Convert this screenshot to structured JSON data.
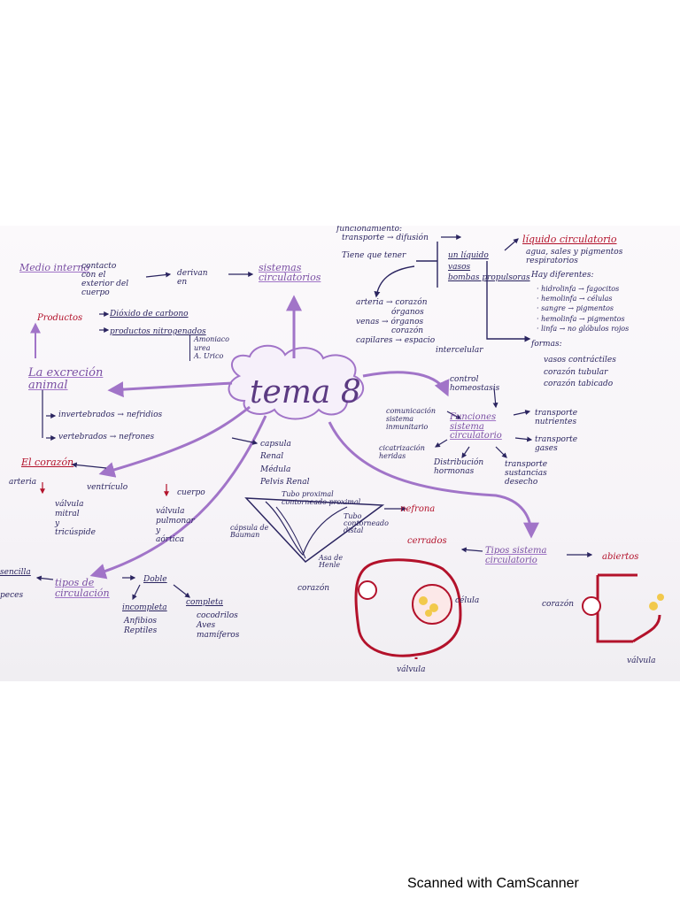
{
  "title": "tema 8",
  "medio": {
    "heading": "Medio interno",
    "contacto": [
      "contacto",
      "con el",
      "exterior del",
      "cuerpo"
    ],
    "derivan": [
      "derivan",
      "en"
    ],
    "sistemas": "sistemas circulatorios"
  },
  "productos": {
    "heading": "Productos",
    "items": [
      "Dióxido de carbono",
      "productos nitrogenados"
    ],
    "nitro": [
      "Amoniaco",
      "urea",
      "A. Urico"
    ]
  },
  "excrecion": {
    "heading": [
      "La excreción",
      "animal"
    ],
    "items": [
      "invertebrados → nefridios",
      "vertebrados → nefrones"
    ]
  },
  "nefron": {
    "items": [
      "capsula",
      "Renal",
      "Médula",
      "Pelvis Renal"
    ],
    "labels": [
      "Tubo proximal",
      "contorneado proximal",
      "Tubo contorneado distal",
      "cápsula de Bauman",
      "Asa de Henle"
    ],
    "nefrona": "nefrona"
  },
  "corazon": {
    "heading": "El corazón",
    "arteria": "arteria",
    "ventriculo": "ventrículo",
    "cuerpo": "cuerpo",
    "col1": [
      "válvula",
      "mitral",
      "y",
      "tricúspide"
    ],
    "col2": [
      "válvula",
      "pulmonar",
      "y",
      "aórtica"
    ]
  },
  "tipos": {
    "heading": [
      "tipos de",
      "circulación"
    ],
    "sencilla": "sencilla",
    "peces": "peces",
    "doble": "Doble",
    "incompleta": "incompleta",
    "completa": "completa",
    "incompleta_items": [
      "Anfibios",
      "Reptiles"
    ],
    "completa_items": [
      "cocodrilos",
      "Aves",
      "mamíferos"
    ]
  },
  "funcionamiento": {
    "heading": "funcionamiento:",
    "transporte": "transporte → difusión",
    "tiene": "Tiene que tener",
    "reqs": [
      "un líquido",
      "vasos",
      "bombas propulsoras"
    ],
    "flow": [
      "arteria → corazón",
      "órganos",
      "venas → órganos",
      "corazón",
      "capilares → espacio",
      "intercelular"
    ]
  },
  "liquido": {
    "heading": "líquido circulatorio",
    "desc": [
      "agua, sales y pigmentos",
      "respiratorios"
    ],
    "hay": "Hay diferentes:",
    "items": [
      "hidrolinfa → fagocitos",
      "hemolinfa → células",
      "sangre → pigmentos",
      "hemolinfa → pigmentos",
      "linfa → no glóbulos rojos"
    ],
    "formas": "formas:",
    "formas_items": [
      "vasos contráctiles",
      "corazón tubular",
      "corazón tabicado"
    ]
  },
  "funciones": {
    "heading": [
      "Funciones",
      "sistema",
      "circulatorio"
    ],
    "control": [
      "control",
      "homeostasis"
    ],
    "comunicacion": [
      "comunicación",
      "sistema",
      "inmunitario"
    ],
    "transporte": [
      "transporte",
      "nutrientes"
    ],
    "gases": [
      "transporte",
      "gases"
    ],
    "cicatrizacion": [
      "cicatrización",
      "heridas"
    ],
    "distribucion": [
      "Distribución",
      "hormonas"
    ],
    "sustancias": [
      "transporte",
      "sustancias",
      "desecho"
    ]
  },
  "tipos_sistema": {
    "heading": [
      "Tipos sistema",
      "circulatorio"
    ],
    "cerrados": "cerrados",
    "abiertos": "abiertos",
    "corazon": "corazón",
    "celula": "célula",
    "valvula": "válvula"
  },
  "footer": "Scanned with CamScanner",
  "colors": {
    "purple": "#a174c8",
    "red": "#b3122b",
    "ink": "#2b2560"
  }
}
